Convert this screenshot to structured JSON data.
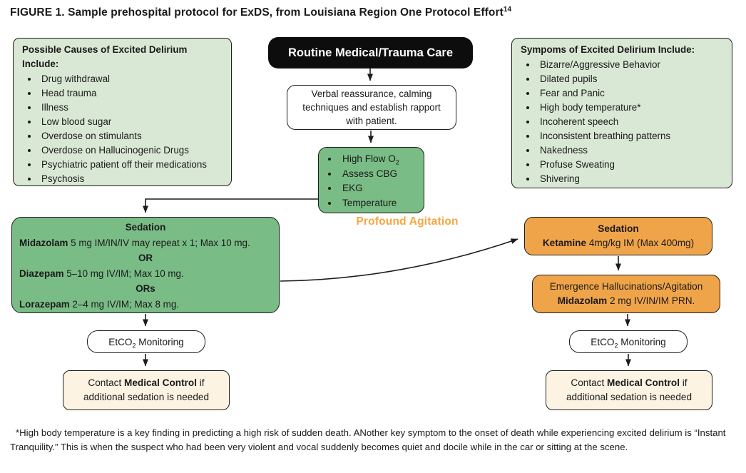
{
  "title": {
    "figure_label": "FIGURE 1.",
    "text": " Sample prehospital protocol for ExDS, from Louisiana Region One Protocol Effort",
    "superscript": "14"
  },
  "colors": {
    "light_green": "#d9e8d4",
    "dark_green": "#7abc86",
    "orange": "#f0a449",
    "cream": "#fdf3e2",
    "black_box": "#0d0d0d",
    "agitation_text": "#f5a742",
    "line": "#1d1d1d"
  },
  "causes_box": {
    "heading": "Possible Causes of Excited Delirium Include:",
    "items": [
      "Drug withdrawal",
      "Head trauma",
      "Illness",
      "Low blood sugar",
      "Overdose on stimulants",
      "Overdose on Hallucinogenic Drugs",
      "Psychiatric patient off their medications",
      "Psychosis"
    ]
  },
  "symptoms_box": {
    "heading": "Sympoms of Excited Delirium Include:",
    "items": [
      "Bizarre/Aggressive Behavior",
      "Dilated pupils",
      "Fear and Panic",
      "High body temperature*",
      "Incoherent speech",
      "Inconsistent breathing patterns",
      "Nakedness",
      "Profuse Sweating",
      "Shivering"
    ]
  },
  "routine_care_box": {
    "label": "Routine Medical/Trauma Care"
  },
  "verbal_box": {
    "text": "Verbal reassurance, calming techniques and establish rapport with patient."
  },
  "assessment_box": {
    "items": [
      {
        "pre": "High Flow O",
        "sub": "2",
        "post": ""
      },
      "Assess CBG",
      "EKG",
      "Temperature"
    ]
  },
  "agitation_label": {
    "text": "Profound Agitation"
  },
  "sedation_benzo_box": {
    "lines": [
      {
        "center": true,
        "bold": "Sedation",
        "rest": ""
      },
      {
        "center": false,
        "bold": "Midazolam",
        "rest": " 5 mg IM/IN/IV may repeat x 1; Max 10 mg."
      },
      {
        "center": true,
        "bold": "OR",
        "rest": ""
      },
      {
        "center": false,
        "bold": "Diazepam",
        "rest": " 5–10 mg IV/IM; Max 10 mg."
      },
      {
        "center": true,
        "bold": "ORs",
        "rest": ""
      },
      {
        "center": false,
        "bold": "Lorazepam",
        "rest": " 2–4 mg IV/IM; Max 8 mg."
      }
    ]
  },
  "sedation_ketamine_box": {
    "lines": [
      {
        "center": true,
        "bold": "Sedation",
        "rest": ""
      },
      {
        "center": true,
        "bold": "Ketamine",
        "rest": " 4mg/kg IM (Max 400mg)"
      }
    ]
  },
  "emergence_box": {
    "lines": [
      {
        "center": true,
        "bold": "",
        "rest": "Emergence Hallucinations/Agitation"
      },
      {
        "center": true,
        "bold": "Midazolam",
        "rest": " 2 mg IV/IN/IM PRN."
      }
    ]
  },
  "etco2_left_box": {
    "pre": "EtCO",
    "sub": "2",
    "post": " Monitoring"
  },
  "etco2_right_box": {
    "pre": "EtCO",
    "sub": "2",
    "post": " Monitoring"
  },
  "contact_left_box": {
    "pre": "Contact ",
    "bold": "Medical Control",
    "post": " if additional sedation is needed"
  },
  "contact_right_box": {
    "pre": "Contact ",
    "bold": "Medical Control",
    "post": " if additional sedation is needed"
  },
  "footnote": "*High body temperature is a key finding in predicting a high risk of sudden death. ANother key symptom to the onset of death while experiencing excited delirium is “Instant Tranquility.” This is when the suspect who had been very violent and vocal suddenly becomes quiet and docile while in the car or sitting at the scene."
}
